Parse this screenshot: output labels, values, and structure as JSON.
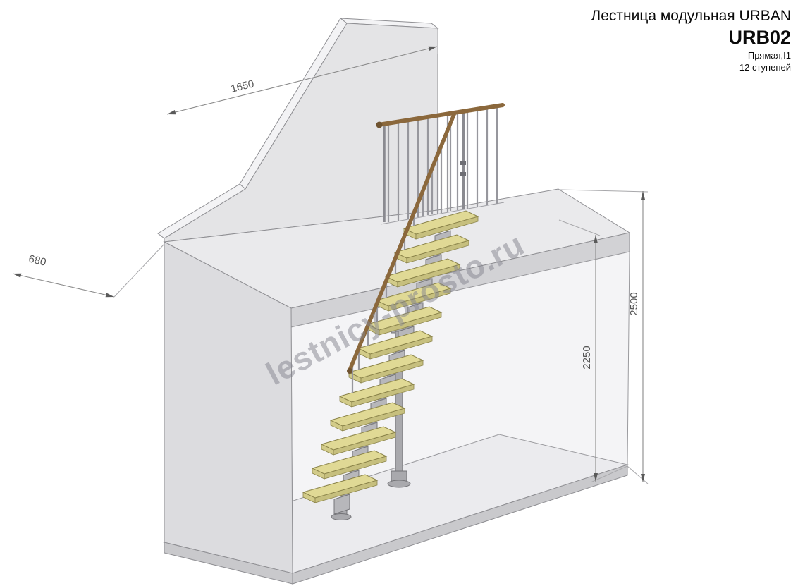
{
  "header": {
    "title": "Лестница модульная URBAN",
    "model": "URB02",
    "type_line": "Прямая,I1",
    "steps_line": "12 ступеней"
  },
  "dimensions": {
    "top_length": {
      "label": "1650"
    },
    "side_offset": {
      "label": "680"
    },
    "inner_height": {
      "label": "2250"
    },
    "overall_height": {
      "label": "2500"
    }
  },
  "watermark": {
    "text": "lestnicy-prosto.ru"
  },
  "drawing": {
    "colors": {
      "walls": "#e4e4e6",
      "tread": "#e0d995",
      "handrail": "#8b683c",
      "structure": "#b7b7bb",
      "dimension_text": "#555555"
    }
  }
}
